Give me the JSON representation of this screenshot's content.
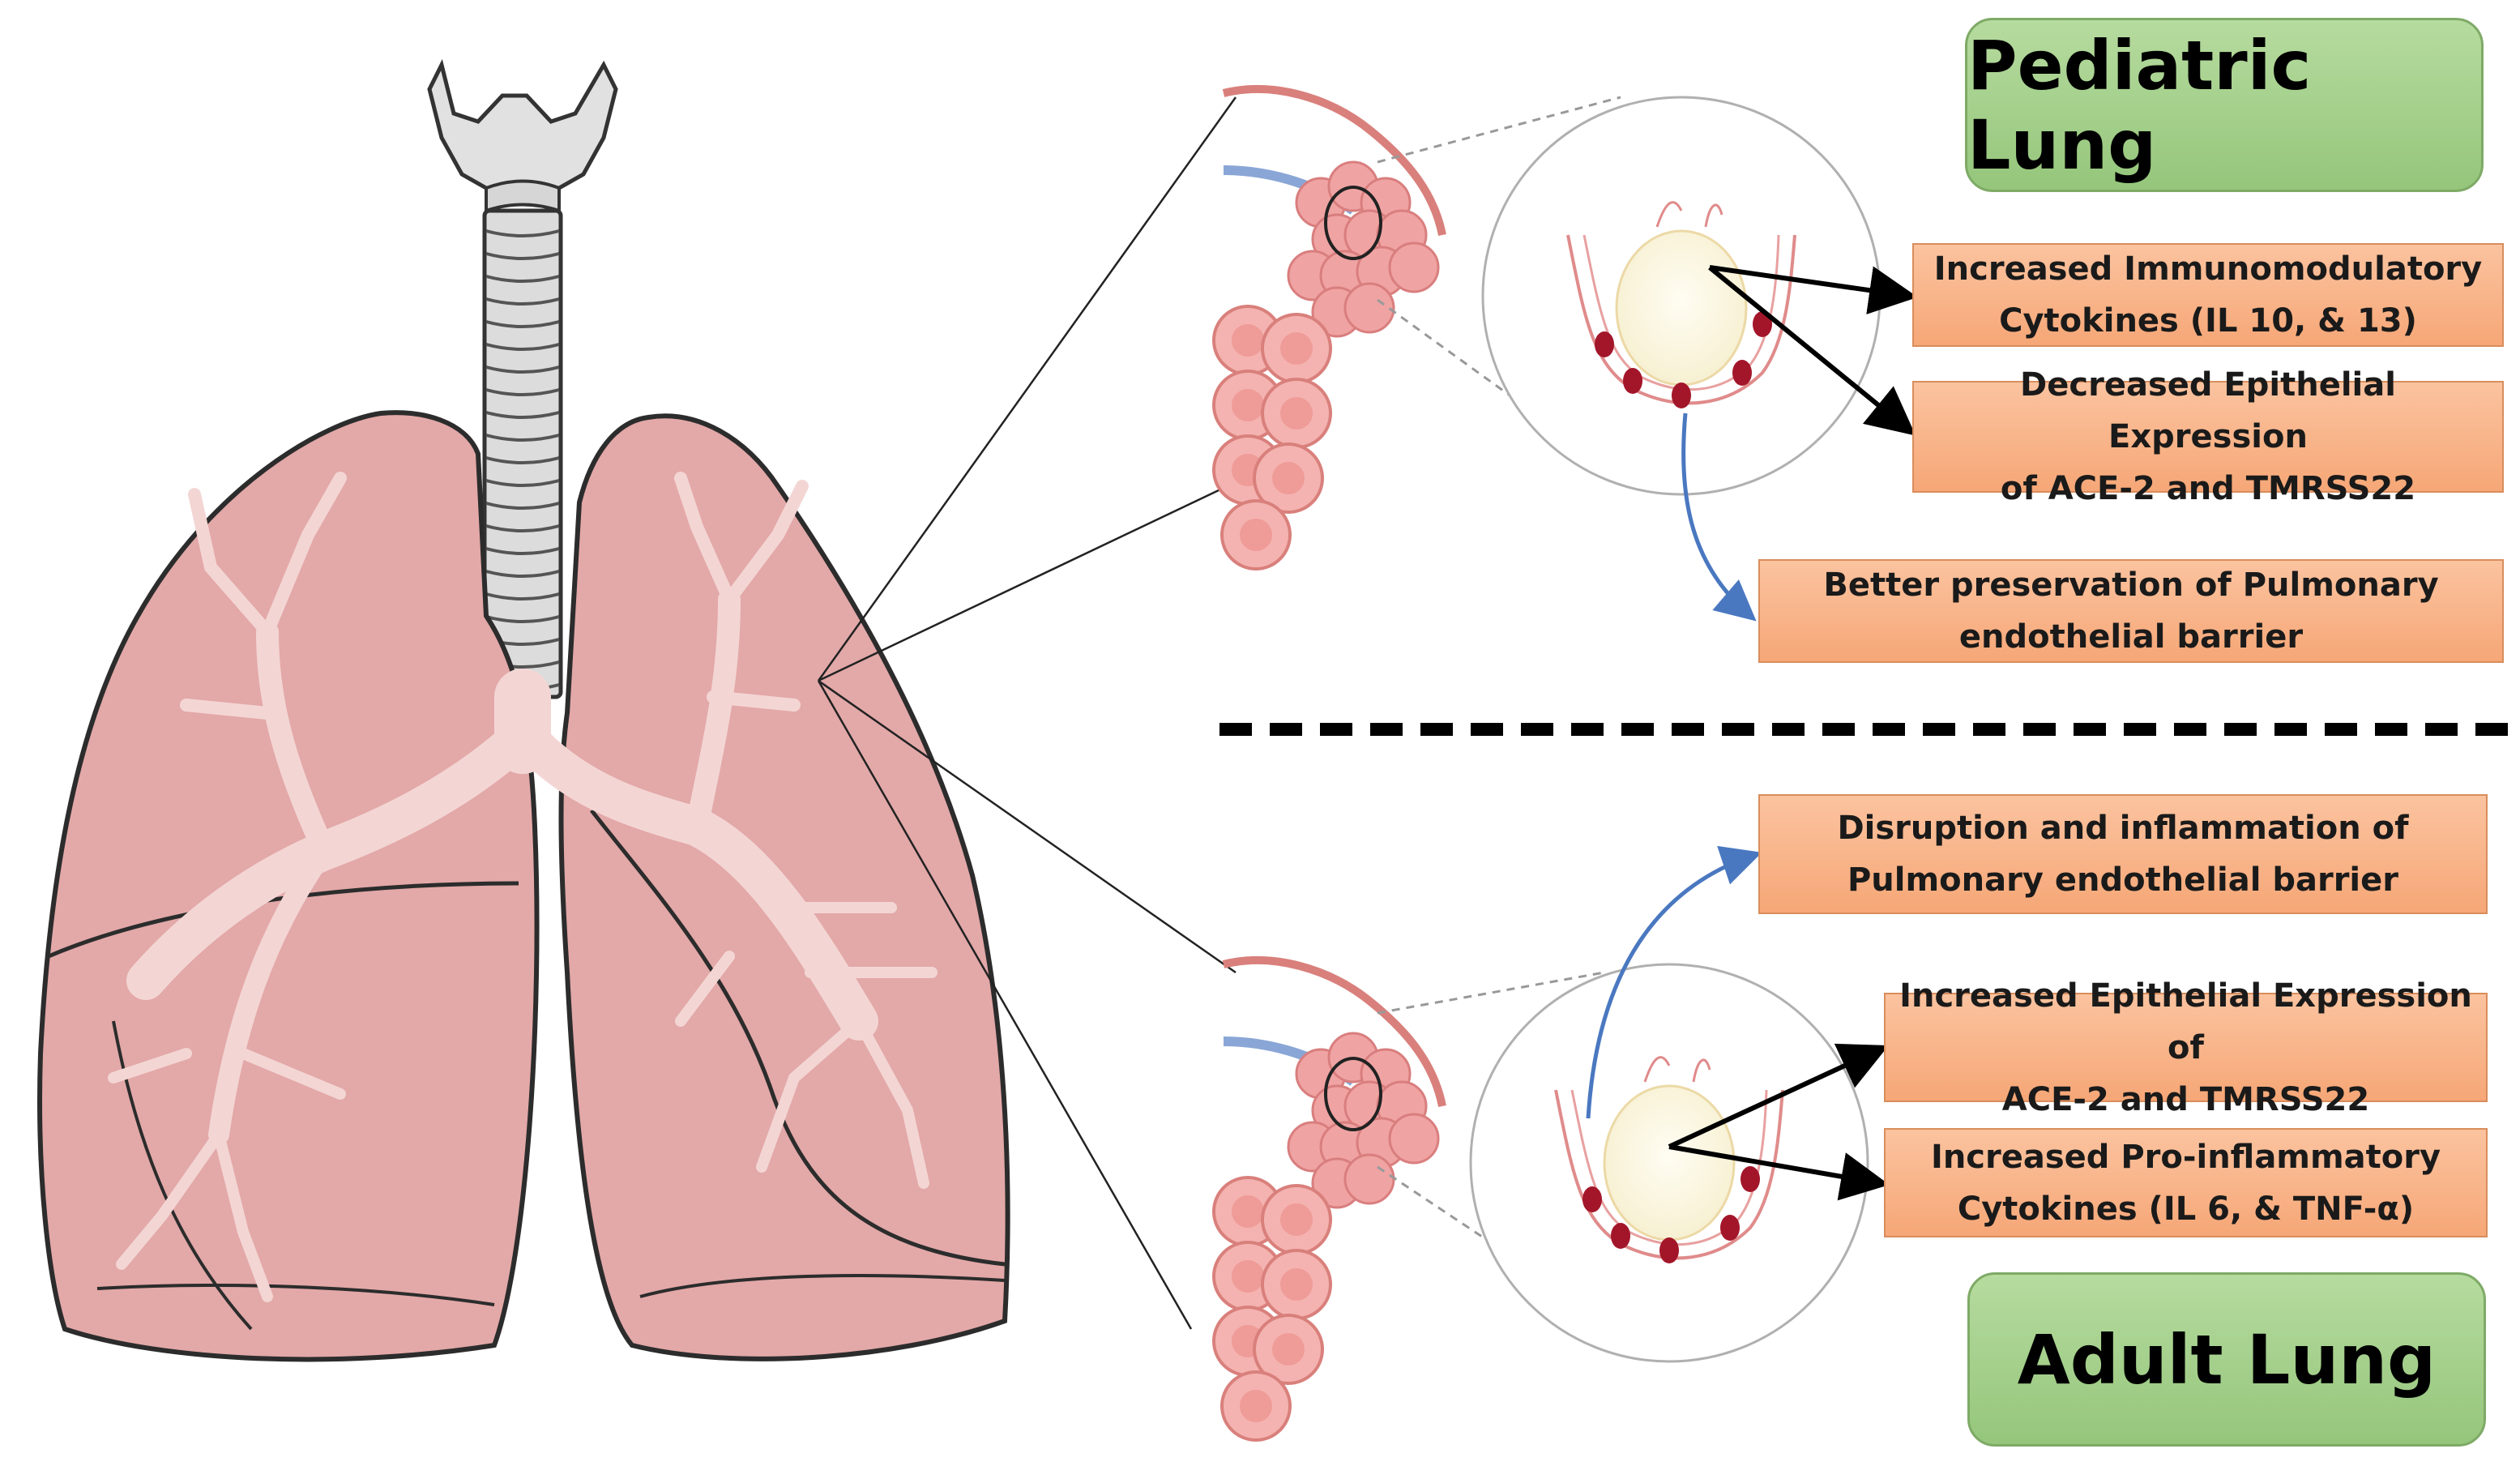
{
  "pediatric": {
    "title": "Pediatric Lung",
    "effects": [
      {
        "line1": "Increased Immunomodulatory",
        "line2": "Cytokines (IL 10, & 13)"
      },
      {
        "line1": "Decreased Epithelial Expression",
        "line2": "of ACE-2 and TMRSS22"
      },
      {
        "line1": "Better preservation of Pulmonary",
        "line2": "endothelial barrier"
      }
    ]
  },
  "adult": {
    "title": "Adult Lung",
    "effects": [
      {
        "line1": "Disruption and inflammation of",
        "line2": "Pulmonary endothelial barrier"
      },
      {
        "line1": "Increased Epithelial Expression of",
        "line2": "ACE-2 and TMRSS22"
      },
      {
        "line1": "Increased Pro-inflammatory",
        "line2": "Cytokines (IL 6, & TNF-α)"
      }
    ]
  },
  "colors": {
    "header_green": "#a3d08a",
    "header_border": "#7eaa66",
    "effect_box": "#f9b38a",
    "lung_fill": "#e3a8a8",
    "trachea": "#e1e1e1",
    "bronchi": "#f3d6d4",
    "alveolus_sac": "#fdf8e6",
    "blue_arrow": "#4a78c0"
  },
  "icons": [
    "lungs-illustration",
    "trachea",
    "alveoli-cluster",
    "alveolus-sac-closeup",
    "black-arrow",
    "blue-arrow",
    "dashed-divider"
  ]
}
